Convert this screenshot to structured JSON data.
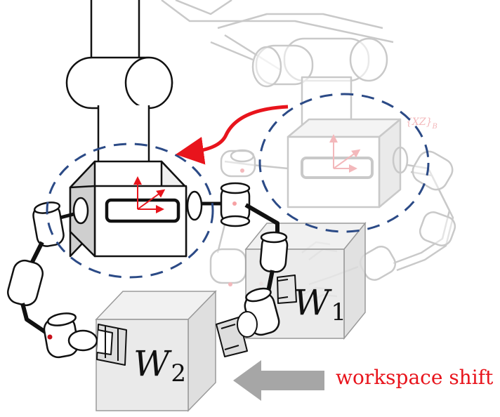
{
  "labels": {
    "workspace1": {
      "symbol": "W",
      "subscript": "1"
    },
    "workspace2": {
      "symbol": "W",
      "subscript": "2"
    },
    "shift_text": "workspace shift",
    "ghost_frame": "{XZ}",
    "ghost_frame_sub": "B"
  },
  "colors": {
    "accent_red": "#e8141c",
    "circle_blue": "#2b4a86",
    "workspace_fill": "#e8e8e8",
    "workspace_stroke": "#9a9a9a",
    "shift_arrow": "#a6a6a6",
    "ghost": "#c9c9c9",
    "ghost_red": "#f3b8bb",
    "ink": "#111111"
  },
  "icons": {
    "motion_arrow": "curved-arrow-icon",
    "shift_arrow": "block-arrow-left-icon",
    "frame_axes": "coordinate-axes-icon"
  }
}
